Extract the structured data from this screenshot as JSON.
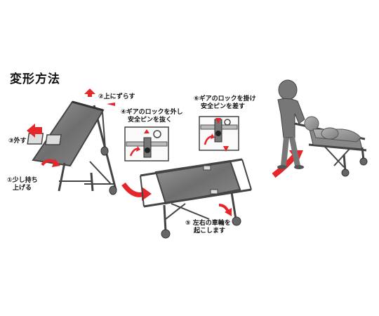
{
  "title": "変形方法",
  "steps": {
    "s1_line1": "①少し持ち",
    "s1_line2": "上げる",
    "s2": "②上にずらす",
    "s3": "③外す",
    "s4_line1": "④ギアのロックを外し",
    "s4_line2": "安全ピンを抜く",
    "s5_line1": "⑤ 左右の車輪を",
    "s5_line2": "起こします",
    "s6_line1": "⑥ギアのロックを掛け",
    "s6_line2": "安全ピンを差す"
  },
  "colors": {
    "arrow": "#e5262a",
    "frame": "#444444",
    "panel": "#777777",
    "figure": "#9a9a9a"
  }
}
